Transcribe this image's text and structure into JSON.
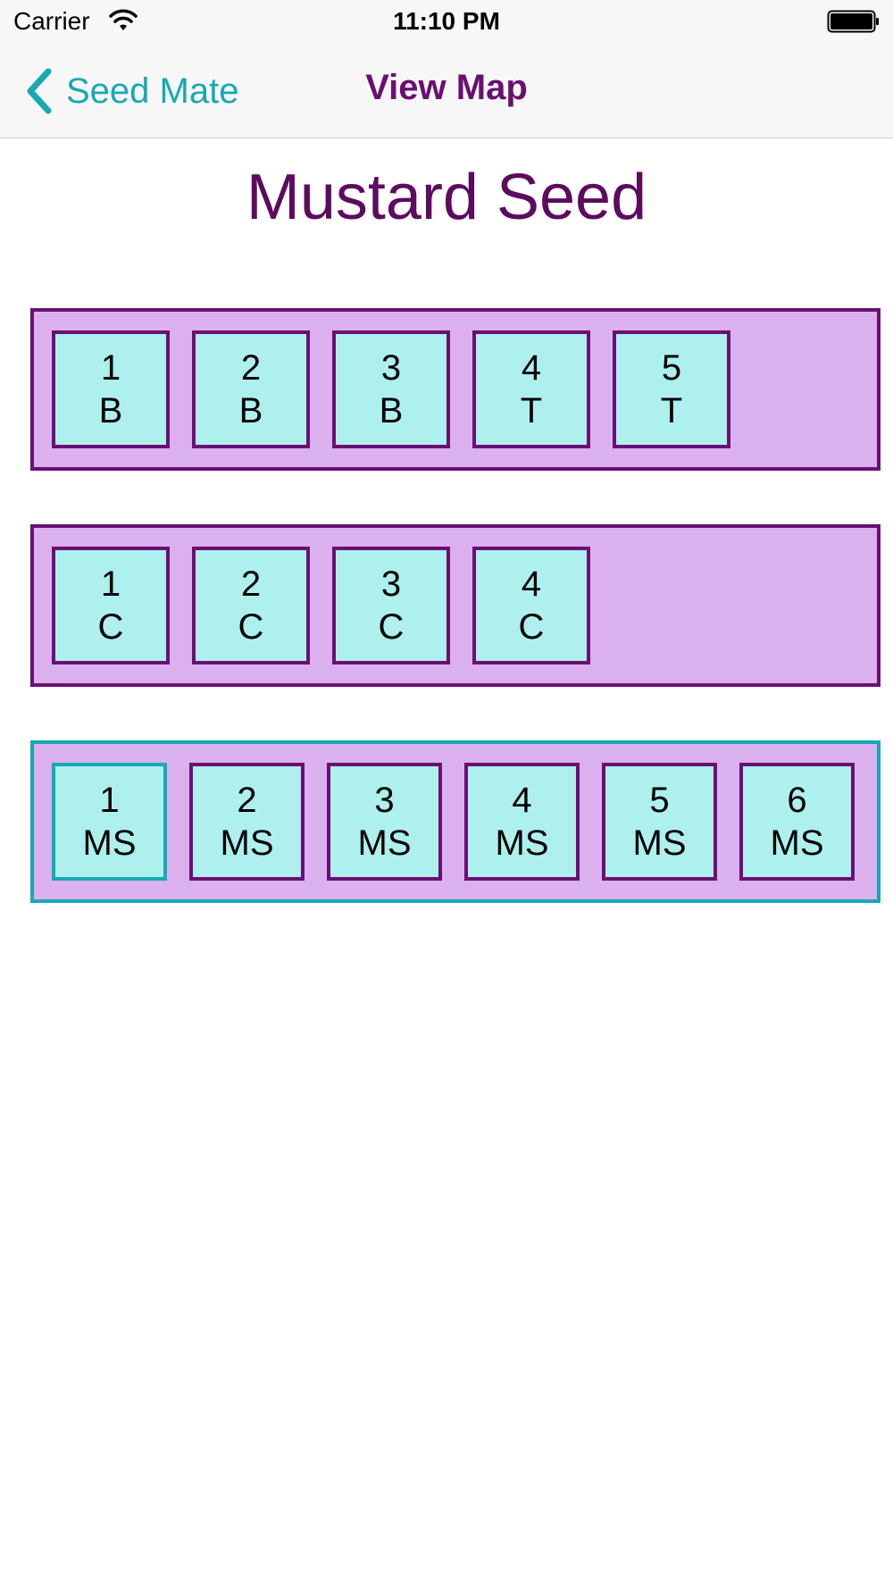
{
  "status_bar": {
    "carrier": "Carrier",
    "time": "11:10 PM",
    "wifi_icon": "wifi-icon",
    "battery_icon": "battery-icon"
  },
  "nav": {
    "back_label": "Seed Mate",
    "back_icon": "chevron-left-icon",
    "title": "View Map"
  },
  "page": {
    "title": "Mustard Seed"
  },
  "colors": {
    "accent": "#16a9b3",
    "brand": "#6b0f73",
    "row_fill": "#dbb0ef",
    "cell_fill": "#adf0ee"
  },
  "rows": [
    {
      "selected": false,
      "cells": [
        {
          "number": "1",
          "code": "B",
          "selected": false
        },
        {
          "number": "2",
          "code": "B",
          "selected": false
        },
        {
          "number": "3",
          "code": "B",
          "selected": false
        },
        {
          "number": "4",
          "code": "T",
          "selected": false
        },
        {
          "number": "5",
          "code": "T",
          "selected": false
        }
      ]
    },
    {
      "selected": false,
      "cells": [
        {
          "number": "1",
          "code": "C",
          "selected": false
        },
        {
          "number": "2",
          "code": "C",
          "selected": false
        },
        {
          "number": "3",
          "code": "C",
          "selected": false
        },
        {
          "number": "4",
          "code": "C",
          "selected": false
        }
      ]
    },
    {
      "selected": true,
      "cells": [
        {
          "number": "1",
          "code": "MS",
          "selected": true
        },
        {
          "number": "2",
          "code": "MS",
          "selected": false
        },
        {
          "number": "3",
          "code": "MS",
          "selected": false
        },
        {
          "number": "4",
          "code": "MS",
          "selected": false
        },
        {
          "number": "5",
          "code": "MS",
          "selected": false
        },
        {
          "number": "6",
          "code": "MS",
          "selected": false
        }
      ]
    }
  ]
}
